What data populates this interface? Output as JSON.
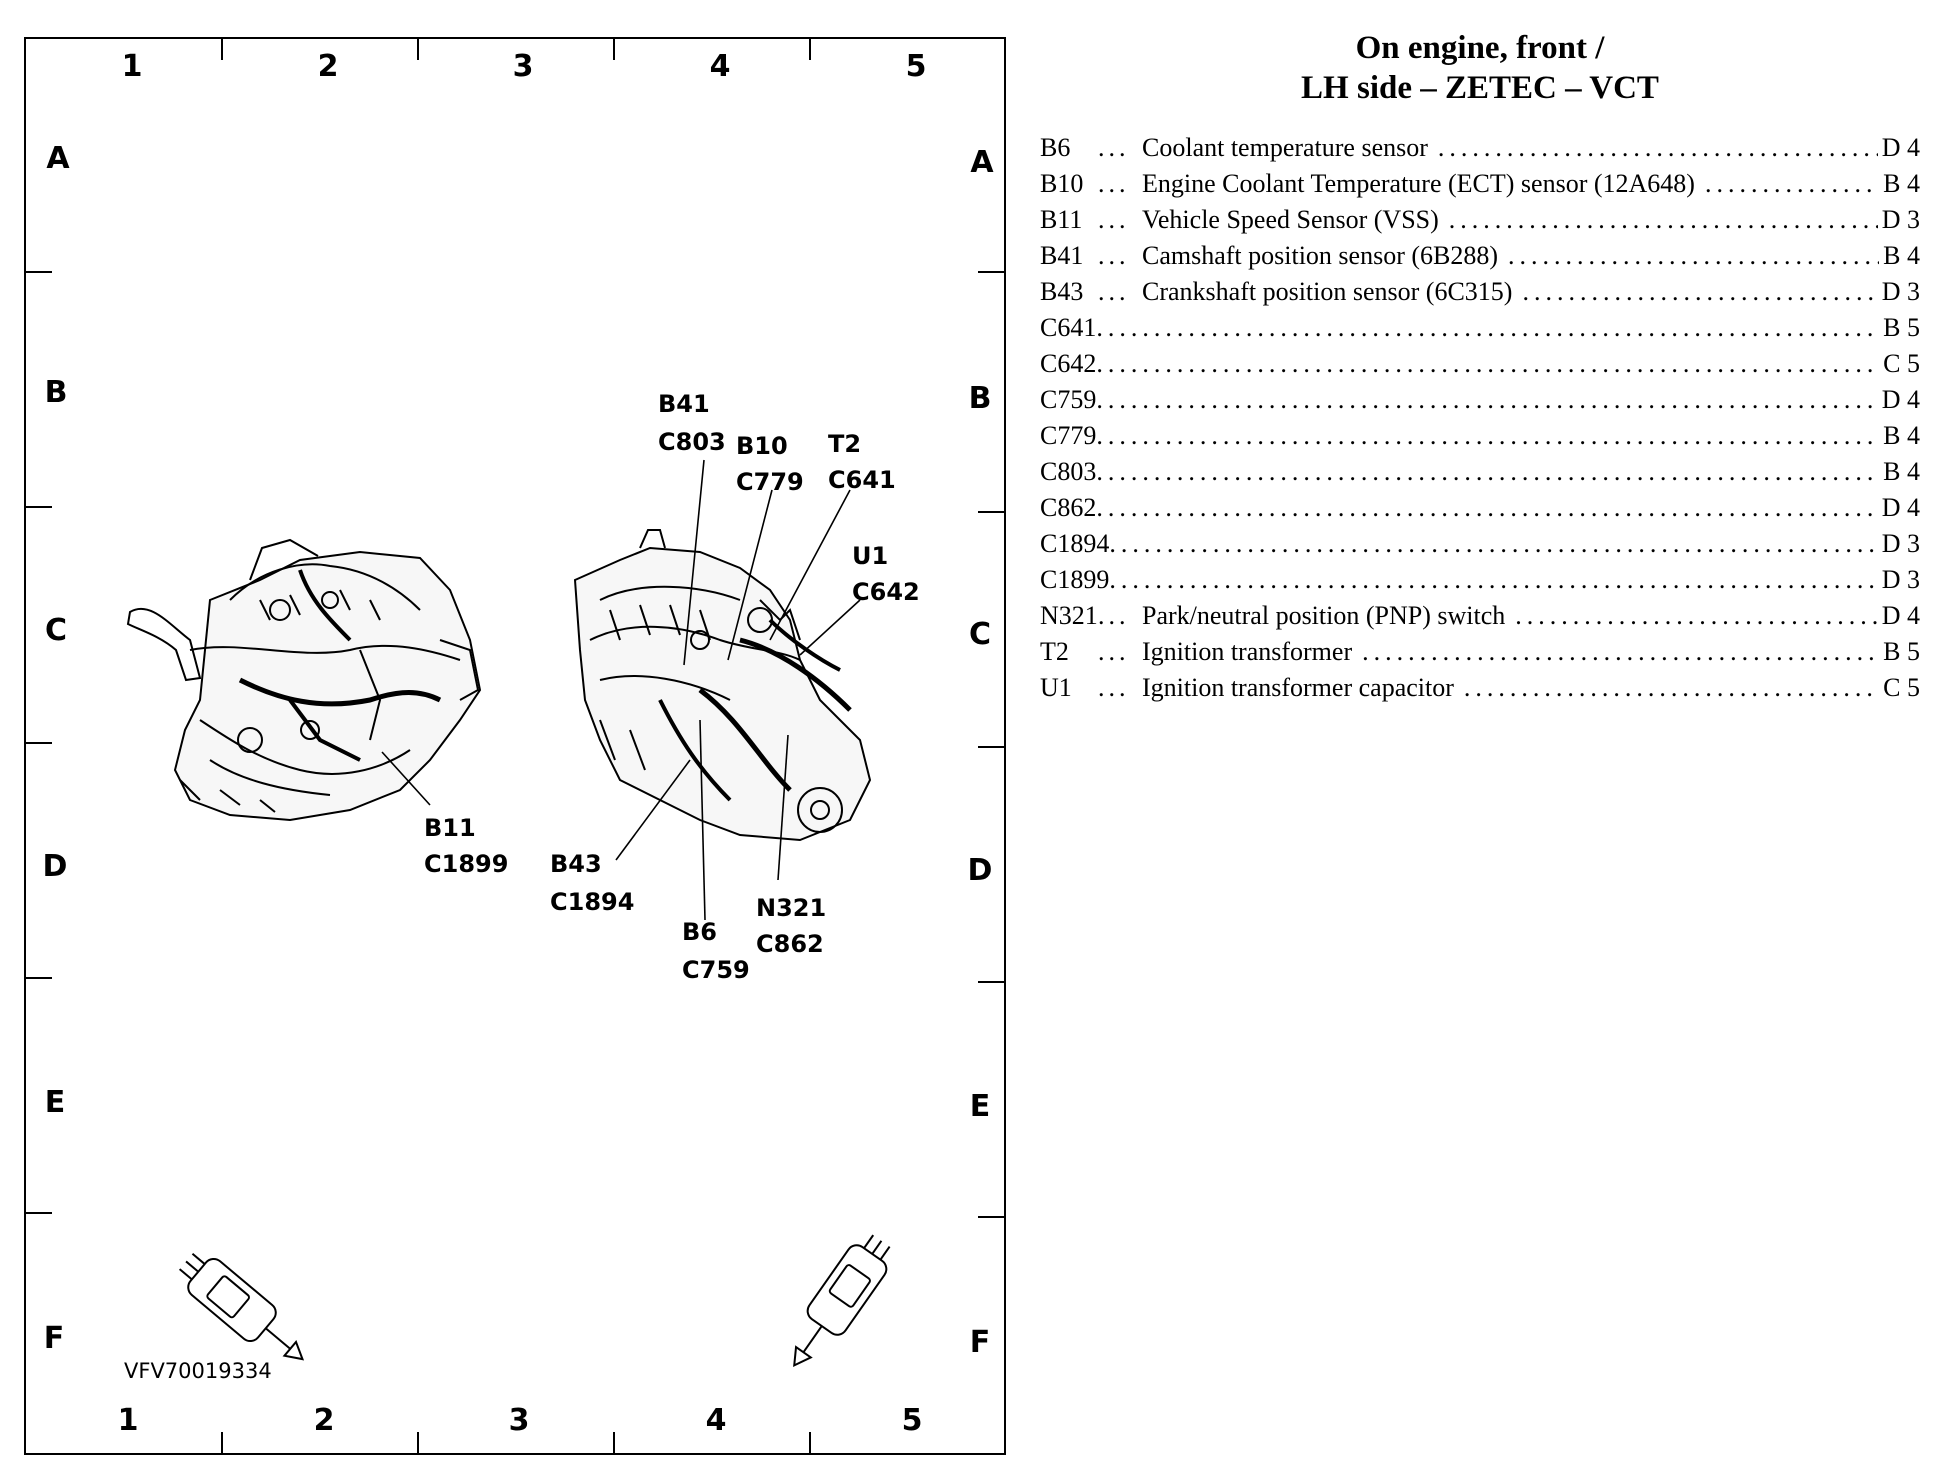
{
  "figure_id": "VFV70019334",
  "grid": {
    "columns": [
      "1",
      "2",
      "3",
      "4",
      "5"
    ],
    "rows": [
      "A",
      "B",
      "C",
      "D",
      "E",
      "F"
    ]
  },
  "callouts": [
    {
      "id": "b41-c803",
      "lines": [
        "B41",
        "C803"
      ]
    },
    {
      "id": "b10-c779",
      "lines": [
        "B10",
        "C779"
      ]
    },
    {
      "id": "t2-c641",
      "lines": [
        "T2",
        "C641"
      ]
    },
    {
      "id": "u1-c642",
      "lines": [
        "U1",
        "C642"
      ]
    },
    {
      "id": "b11-c1899",
      "lines": [
        "B11",
        "C1899"
      ]
    },
    {
      "id": "b43-c1894",
      "lines": [
        "B43",
        "C1894"
      ]
    },
    {
      "id": "b6-c759",
      "lines": [
        "B6",
        "C759"
      ]
    },
    {
      "id": "n321-c862",
      "lines": [
        "N321",
        "C862"
      ]
    }
  ],
  "legend": {
    "title_line1": "On engine, front /",
    "title_line2": "LH side – ZETEC – VCT",
    "items": [
      {
        "code": "B6",
        "description": "Coolant temperature sensor",
        "location": "D 4"
      },
      {
        "code": "B10",
        "description": "Engine Coolant Temperature (ECT) sensor (12A648)",
        "location": "B 4"
      },
      {
        "code": "B11",
        "description": "Vehicle Speed Sensor (VSS)",
        "location": "D 3"
      },
      {
        "code": "B41",
        "description": "Camshaft position sensor (6B288)",
        "location": "B 4"
      },
      {
        "code": "B43",
        "description": "Crankshaft position sensor (6C315)",
        "location": "D 3"
      },
      {
        "code": "C641",
        "description": "",
        "location": "B 5"
      },
      {
        "code": "C642",
        "description": "",
        "location": "C 5"
      },
      {
        "code": "C759",
        "description": "",
        "location": "D 4"
      },
      {
        "code": "C779",
        "description": "",
        "location": "B 4"
      },
      {
        "code": "C803",
        "description": "",
        "location": "B 4"
      },
      {
        "code": "C862",
        "description": "",
        "location": "D 4"
      },
      {
        "code": "C1894",
        "description": "",
        "location": "D 3"
      },
      {
        "code": "C1899",
        "description": "",
        "location": "D 3"
      },
      {
        "code": "N321",
        "description": "Park/neutral position (PNP) switch",
        "location": "D 4"
      },
      {
        "code": "T2",
        "description": "Ignition transformer",
        "location": "B 5"
      },
      {
        "code": "U1",
        "description": "Ignition transformer capacitor",
        "location": "C 5"
      }
    ]
  }
}
